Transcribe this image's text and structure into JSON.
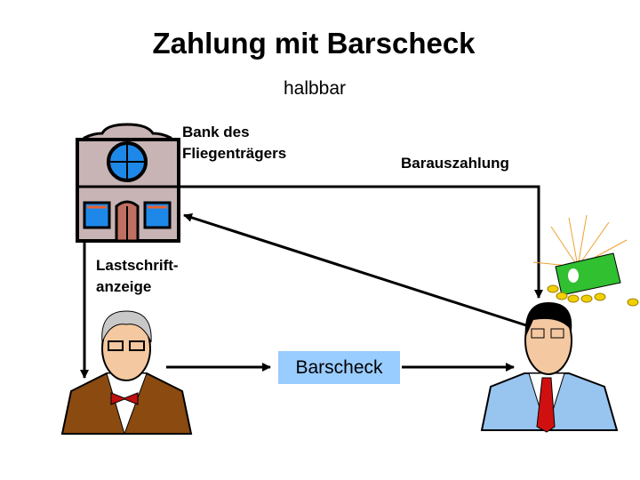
{
  "title": "Zahlung mit Barscheck",
  "subtitle": "halbbar",
  "labels": {
    "bank_line1": "Bank des",
    "bank_line2": "Fliegenträgers",
    "cash_payout": "Barauszahlung",
    "debit_line1": "Lastschrift-",
    "debit_line2": "anzeige",
    "check": "Barscheck"
  },
  "colors": {
    "check_box": "#99ccff",
    "building": "#c8b4b4",
    "window": "#1e88e8"
  }
}
